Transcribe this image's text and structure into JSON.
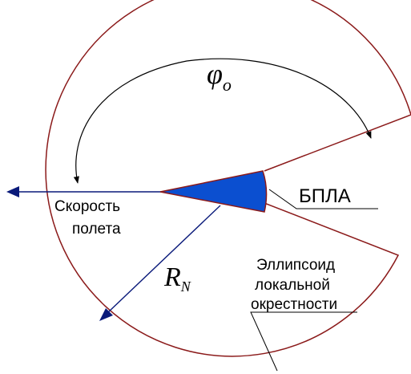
{
  "diagram": {
    "angle_symbol": "φ",
    "angle_subscript": "o",
    "radius_symbol": "R",
    "radius_subscript": "N",
    "labels": {
      "velocity_line1": "Скорость",
      "velocity_line2": "полета",
      "uav": "БПЛА",
      "ellipsoid_line1": "Эллипсоид",
      "ellipsoid_line2": "локальной",
      "ellipsoid_line3": "окрестности"
    },
    "colors": {
      "boundary": "#8b1a1a",
      "arrow_blue": "#0a1a7a",
      "uav_fill": "#0b4fd0",
      "uav_stroke": "#8b1a1a",
      "text": "#000000"
    }
  }
}
